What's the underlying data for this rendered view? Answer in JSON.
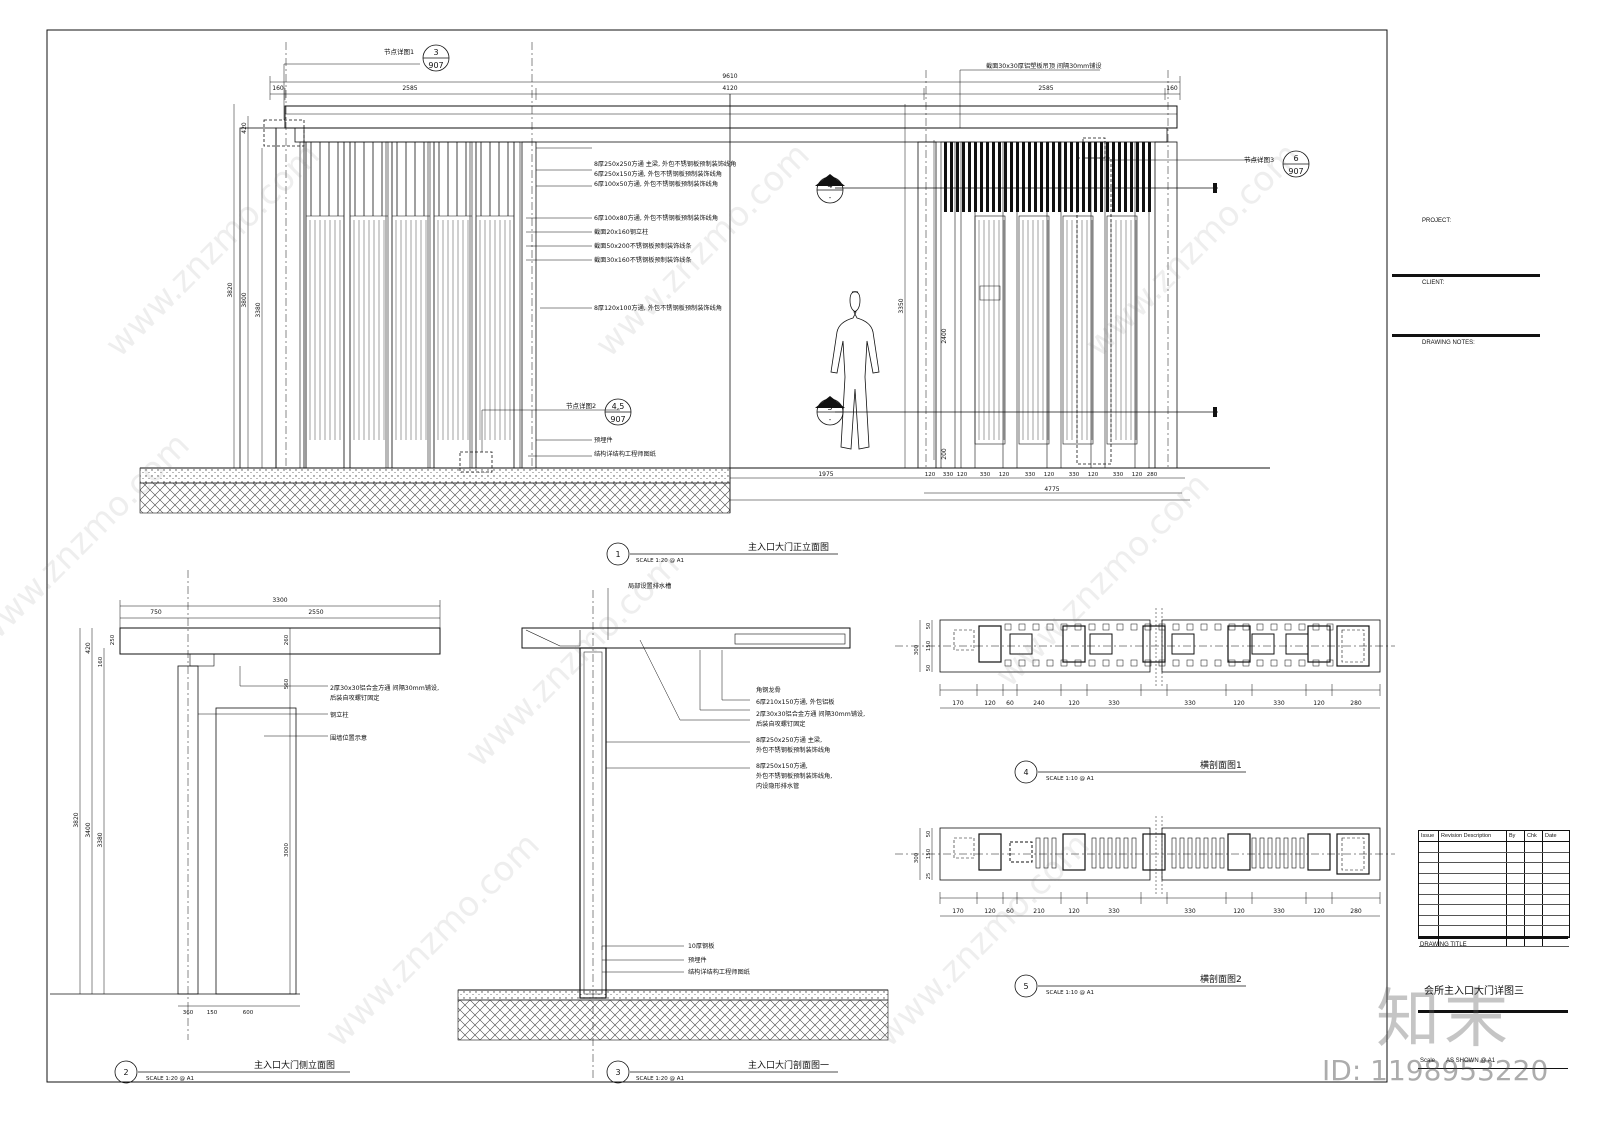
{
  "sheet_title": "会所主入口大门详图三",
  "title_block": {
    "project_label": "PROJECT:",
    "client_label": "CLIENT:",
    "notes_label": "DRAWING NOTES:",
    "revision_headers": [
      "Issue",
      "Revision Description",
      "By",
      "Chk",
      "Date"
    ],
    "drawing_title_label": "DRAWING TITLE",
    "scale_label": "Scale",
    "scale_value": "AS SHOWN @ A1"
  },
  "watermark": {
    "site": "www.znzmo.com",
    "brand": "知末",
    "id": "ID: 1198953220"
  },
  "view1": {
    "title": "主入口大门正立面图",
    "scale": "SCALE 1:20 @ A1",
    "num": "1",
    "dims_top": [
      "9610",
      "160",
      "2585",
      "4120",
      "2585",
      "160"
    ],
    "dims_left": [
      "3820",
      "3800",
      "3380",
      "420"
    ],
    "dims_right": [
      "3350",
      "2400",
      "200"
    ],
    "dims_bottom": [
      "1975",
      "120",
      "330",
      "120",
      "330",
      "120",
      "330",
      "120",
      "330",
      "120",
      "330",
      "120",
      "280",
      "4775"
    ],
    "notes": [
      "8厚250x250方通 主梁, 外包不锈钢板预制装饰线角",
      "6厚250x150方通, 外包不锈钢板预制装饰线角",
      "6厚100x50方通, 外包不锈钢板预制装饰线角",
      "6厚100x80方通, 外包不锈钢板预制装饰线角",
      "截面20x160钢立柱",
      "截面50x200不锈钢板预制装饰线条",
      "截面30x160不锈钢板预制装饰线条",
      "8厚120x100方通, 外包不锈钢板预制装饰线角",
      "预埋件",
      "结构详结构工程师图纸"
    ],
    "top_note": "截面30x30厚铝塑板吊顶 间隔30mm铺设",
    "callouts": [
      {
        "label": "节点详图1",
        "num": "3",
        "sheet": "907"
      },
      {
        "label": "节点详图2",
        "num": "4,5",
        "sheet": "907"
      },
      {
        "label": "节点详图3",
        "num": "6",
        "sheet": "907"
      }
    ],
    "section_marks": [
      "4",
      "5"
    ],
    "section_sub": "-"
  },
  "view2": {
    "title": "主入口大门侧立面图",
    "scale": "SCALE 1:20 @ A1",
    "num": "2",
    "dims_top": [
      "3300",
      "750",
      "2550"
    ],
    "dims_left": [
      "3820",
      "3400",
      "3380",
      "420",
      "160",
      "250"
    ],
    "dims_mid": [
      "260",
      "560",
      "3000"
    ],
    "dims_bottom": [
      "360",
      "150",
      "600"
    ],
    "notes": [
      "2厚30x30铝合金方通 间隔30mm铺设,",
      "后装自攻螺钉固定",
      "钢立柱",
      "围墙位置示意"
    ]
  },
  "view3": {
    "title": "主入口大门剖面图一",
    "scale": "SCALE 1:20 @ A1",
    "num": "3",
    "notes_top": [
      "局部设置排水槽"
    ],
    "notes": [
      "角钢龙骨",
      "6厚210x150方通, 外包铝板",
      "2厚30x30铝合金方通 间隔30mm铺设,",
      "后装自攻螺钉固定",
      "8厚250x250方通 主梁,",
      "外包不锈钢板预制装饰线角",
      "8厚250x150方通,",
      "外包不锈钢板预制装饰线角,",
      "内设隐形排水管"
    ],
    "notes_bottom": [
      "10厚钢板",
      "预埋件",
      "结构详结构工程师图纸"
    ]
  },
  "view4": {
    "title": "横剖面图1",
    "scale": "SCALE 1:10 @ A1",
    "num": "4",
    "dims_bottom": [
      "170",
      "120",
      "60",
      "240",
      "120",
      "330",
      "330",
      "120",
      "330",
      "120",
      "280"
    ],
    "dims_left": [
      "300",
      "150",
      "50",
      "50"
    ]
  },
  "view5": {
    "title": "横剖面图2",
    "scale": "SCALE 1:10 @ A1",
    "num": "5",
    "dims_bottom": [
      "170",
      "120",
      "60",
      "210",
      "120",
      "330",
      "330",
      "120",
      "330",
      "120",
      "280"
    ],
    "dims_left": [
      "300",
      "150",
      "50",
      "25"
    ]
  }
}
